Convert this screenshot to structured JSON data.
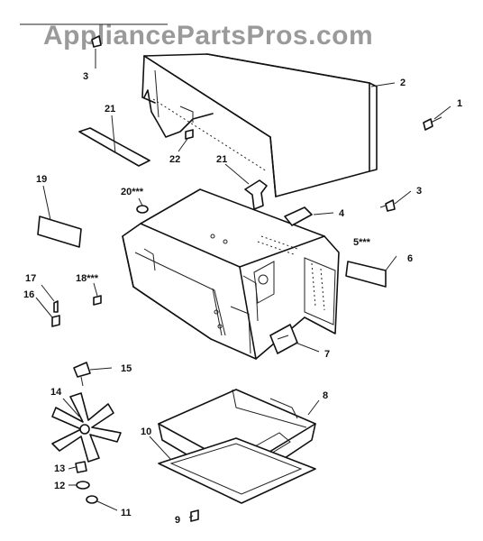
{
  "watermark": "AppliancePartsPros.com",
  "callouts": {
    "c1": "1",
    "c2": "2",
    "c3a": "3",
    "c3b": "3",
    "c4": "4",
    "c5": "5***",
    "c6": "6",
    "c7": "7",
    "c8": "8",
    "c9": "9",
    "c10": "10",
    "c11": "11",
    "c12": "12",
    "c13": "13",
    "c14": "14",
    "c15": "15",
    "c16": "16",
    "c17": "17",
    "c18": "18***",
    "c19": "19",
    "c20": "20***",
    "c21a": "21",
    "c21b": "21",
    "c22": "22"
  }
}
